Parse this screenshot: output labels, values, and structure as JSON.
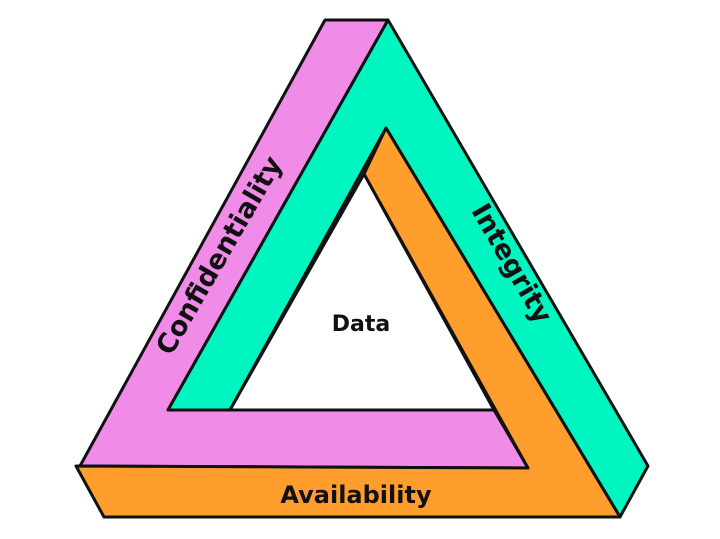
{
  "diagram": {
    "center_label": "Data",
    "sides": {
      "left": "Confidentiality",
      "right": "Integrity",
      "bottom": "Availability"
    },
    "colors": {
      "confidentiality": "#F08CE8",
      "integrity": "#00F5C0",
      "availability": "#FF9E2C",
      "outline": "#111111"
    }
  }
}
